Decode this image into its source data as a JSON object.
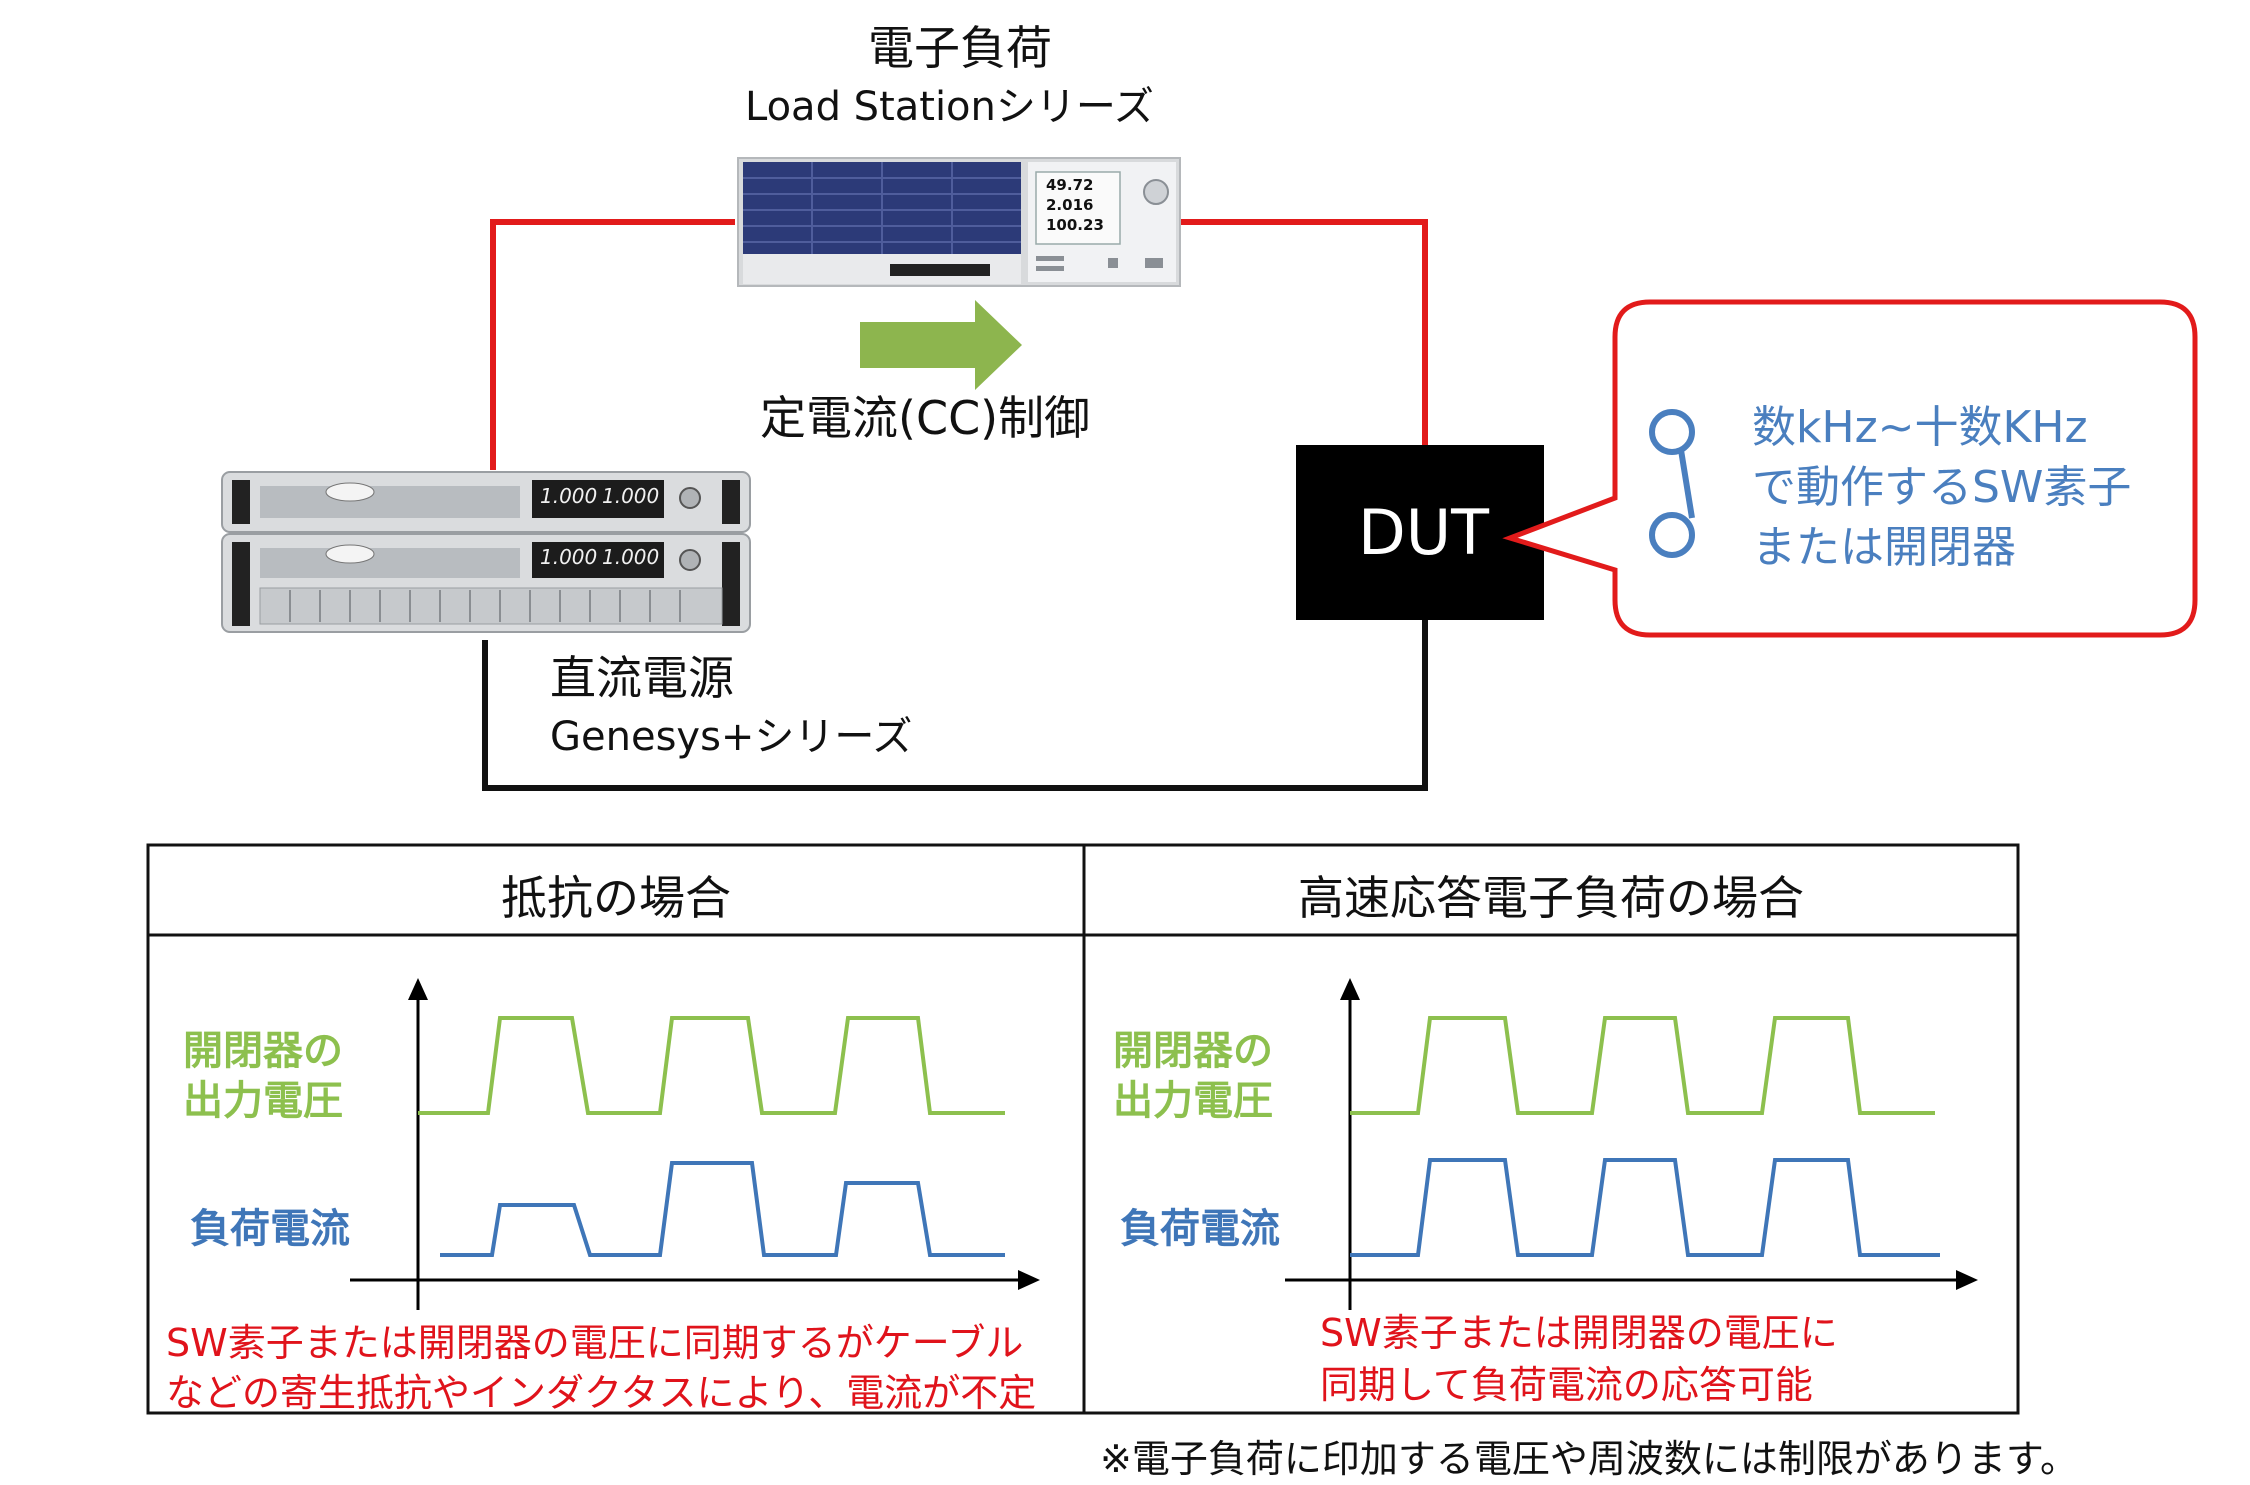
{
  "load": {
    "title": "電子負荷",
    "series": "Load Stationシリーズ",
    "panel": {
      "readout1": "49.72",
      "readout2": "2.016",
      "readout3": "100.23"
    }
  },
  "cc_label": "定電流(CC)制御",
  "supply": {
    "title": "直流電源",
    "series": "Genesys+シリーズ",
    "readout_v": "1.000",
    "readout_a": "1.000"
  },
  "dut": {
    "label": "DUT"
  },
  "note": {
    "lines": [
      "数kHz~十数KHz",
      "で動作するSW素子",
      "または開閉器"
    ]
  },
  "table": {
    "left": {
      "header": "抵抗の場合",
      "label_voltage": [
        "開閉器の",
        "出力電圧"
      ],
      "label_current": "負荷電流",
      "caption": [
        "SW素子または開閉器の電圧に同期するがケーブル",
        "などの寄生抵抗やインダクタスにより、電流が不定"
      ]
    },
    "right": {
      "header": "高速応答電子負荷の場合",
      "label_voltage": [
        "開閉器の",
        "出力電圧"
      ],
      "label_current": "負荷電流",
      "caption": [
        "SW素子または開閉器の電圧に",
        "同期して負荷電流の応答可能"
      ]
    }
  },
  "footnote": "※電子負荷に印加する電圧や周波数には制限があります。",
  "colors": {
    "wire_red": "#e21b1b",
    "wire_black": "#111111",
    "arrow_green": "#8db54e",
    "voltage_green": "#8dc04e",
    "current_blue": "#3f76b8",
    "note_border": "#e21b1b"
  }
}
